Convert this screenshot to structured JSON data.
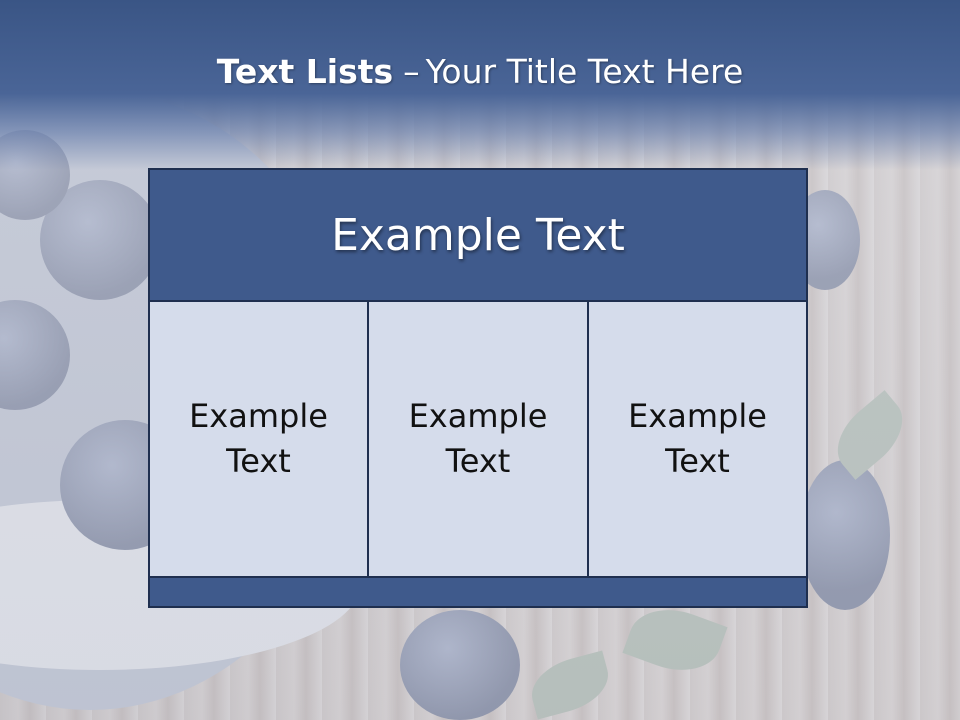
{
  "slide": {
    "title_bold": "Text Lists",
    "title_separator": "–",
    "title_rest": "Your Title Text Here"
  },
  "table": {
    "header": "Example Text",
    "cells": [
      "Example\nText",
      "Example\nText",
      "Example\nText"
    ]
  },
  "colors": {
    "header_band": "#3a5585",
    "table_header": "#3f5a8c",
    "table_cells": "#d5dceb",
    "table_border": "#1f2f4f"
  }
}
